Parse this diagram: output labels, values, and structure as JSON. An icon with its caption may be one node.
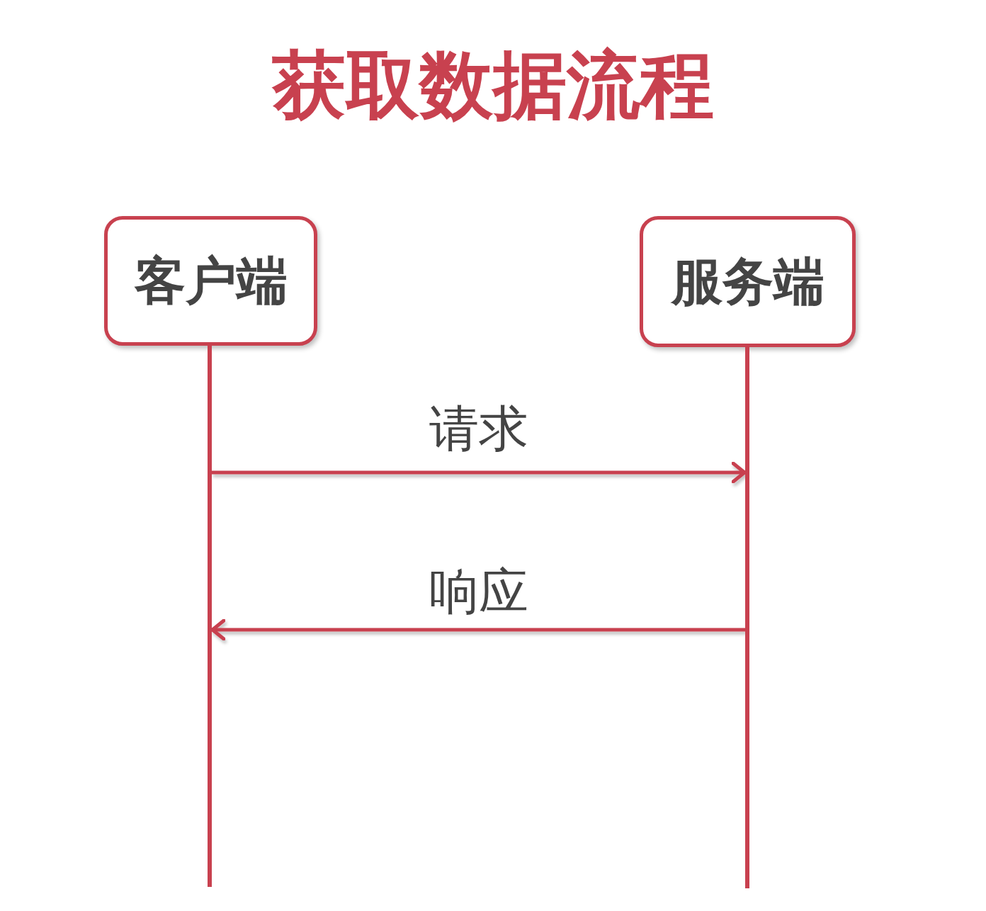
{
  "diagram": {
    "title": "获取数据流程",
    "nodes": [
      {
        "text": [
          "客户端"
        ]
      },
      {
        "text": [
          "服务端"
        ]
      },
      {
        "text": [],
        "shape": "bar"
      },
      {
        "text": [],
        "shape": "bar"
      }
    ],
    "edges": [
      {
        "from": 2,
        "to": 3,
        "arrow": "to",
        "label": "请求"
      },
      {
        "from": 3,
        "to": 2,
        "arrow": "to",
        "label": "响应"
      }
    ]
  }
}
